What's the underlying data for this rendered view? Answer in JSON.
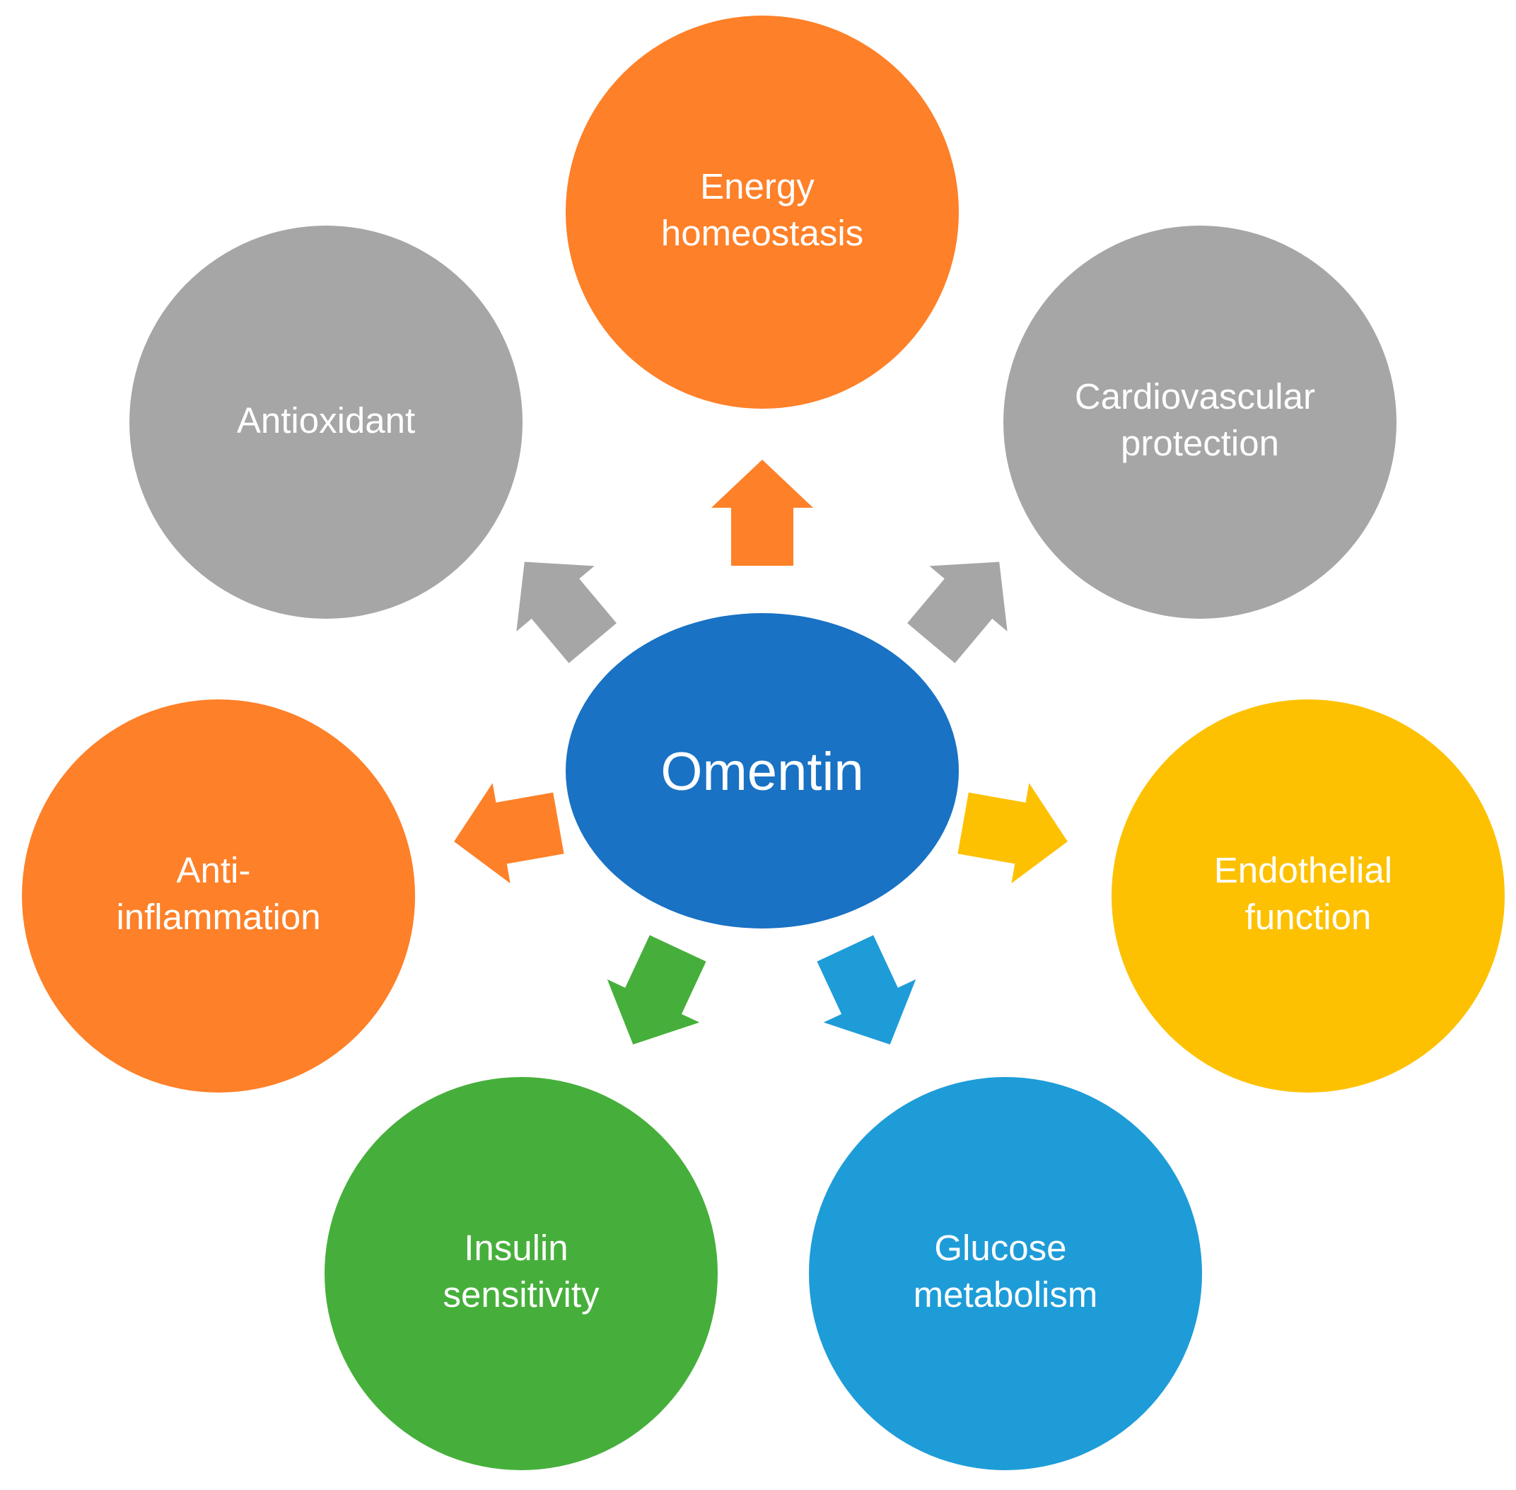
{
  "center": {
    "label": "Omentin",
    "color": "#1972C4"
  },
  "nodes": [
    {
      "id": "energy",
      "lines": [
        "Energy",
        "homeostasis"
      ],
      "color": "#FE8028"
    },
    {
      "id": "cardio",
      "lines": [
        "Cardiovascular",
        "protection"
      ],
      "color": "#A6A6A6"
    },
    {
      "id": "endothelial",
      "lines": [
        "Endothelial",
        "function"
      ],
      "color": "#FDC101"
    },
    {
      "id": "glucose",
      "lines": [
        "Glucose",
        "metabolism"
      ],
      "color": "#1E9CD8"
    },
    {
      "id": "insulin",
      "lines": [
        "Insulin",
        "sensitivity"
      ],
      "color": "#46AF3B"
    },
    {
      "id": "antiinflammation",
      "lines": [
        "Anti-",
        "inflammation"
      ],
      "color": "#FE8028"
    },
    {
      "id": "antioxidant",
      "lines": [
        "Antioxidant"
      ],
      "color": "#A6A6A6"
    }
  ]
}
